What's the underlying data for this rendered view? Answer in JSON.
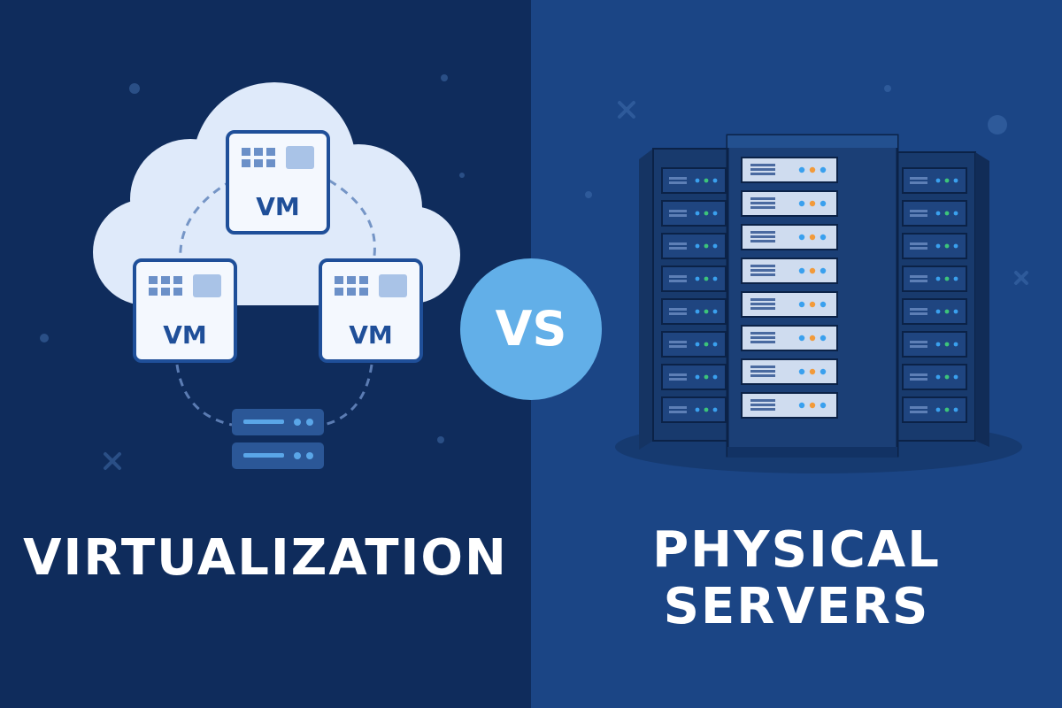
{
  "left": {
    "caption": "VIRTUALIZATION",
    "vm_label": "VM"
  },
  "right": {
    "caption_lines": [
      "PHYSICAL",
      "SERVERS"
    ]
  },
  "vs_label": "VS",
  "colors": {
    "left_background": "#0f2c5c",
    "right_background": "#1b4585",
    "cloud": "#dfeafa",
    "vm_card_border": "#1f4f99",
    "vs_badge": "#62afe8",
    "rack": "#183a6d",
    "rack_slot": "#cfdcef",
    "led_blue": "#3aa0ee",
    "led_orange": "#f29a3a",
    "led_green": "#3cc47a"
  },
  "icons": [
    "cloud-icon",
    "vm-card-icon",
    "host-server-icon",
    "server-rack-icon",
    "sparkle-icon"
  ]
}
